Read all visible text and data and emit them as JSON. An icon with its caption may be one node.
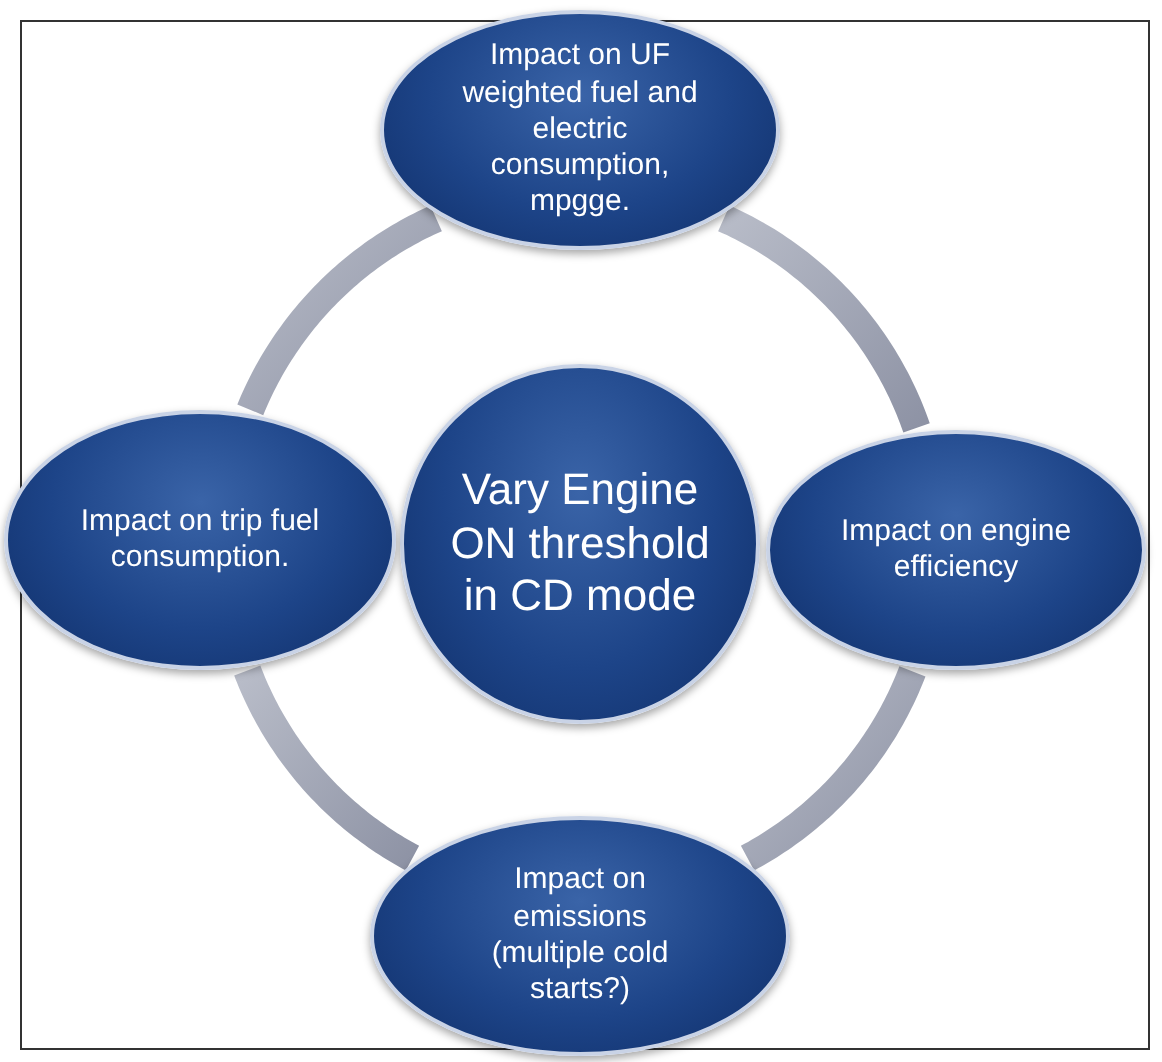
{
  "diagram": {
    "nodes": [
      {
        "text": [
          "Vary Engine ON threshold in CD mode"
        ]
      },
      {
        "text": [
          "Impact on UF weighted fuel and electric consumption, mpgge."
        ]
      },
      {
        "text": [
          "Impact on engine efficiency"
        ]
      },
      {
        "text": [
          "Impact on emissions (multiple cold starts?)"
        ]
      },
      {
        "text": [
          "Impact on trip fuel consumption."
        ]
      }
    ],
    "edges": [
      {
        "from": 1,
        "to": 2,
        "arrow": "none"
      },
      {
        "from": 2,
        "to": 3,
        "arrow": "none"
      },
      {
        "from": 3,
        "to": 4,
        "arrow": "none"
      },
      {
        "from": 4,
        "to": 1,
        "arrow": "none"
      }
    ]
  }
}
